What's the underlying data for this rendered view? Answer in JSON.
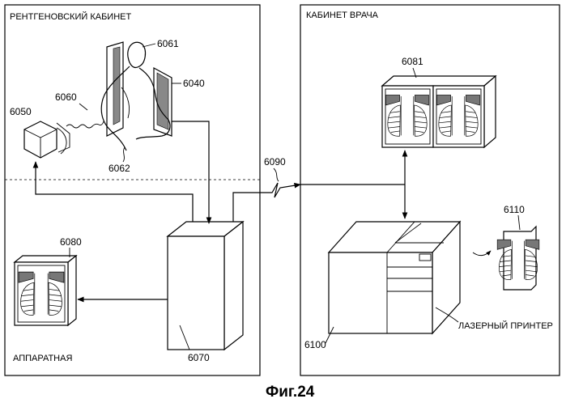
{
  "rooms": {
    "xray_room": "РЕНТГЕНОВСКИЙ КАБИНЕТ",
    "doctor_room": "КАБИНЕТ ВРАЧА",
    "equipment_room": "АППАРАТНАЯ"
  },
  "refs": {
    "r6050": "6050",
    "r6060": "6060",
    "r6061": "6061",
    "r6040": "6040",
    "r6062": "6062",
    "r6080": "6080",
    "r6070": "6070",
    "r6090": "6090",
    "r6081": "6081",
    "r6110": "6110",
    "r6100": "6100"
  },
  "labels": {
    "laser_printer": "ЛАЗЕРНЫЙ ПРИНТЕР"
  },
  "caption": "Фиг.24"
}
